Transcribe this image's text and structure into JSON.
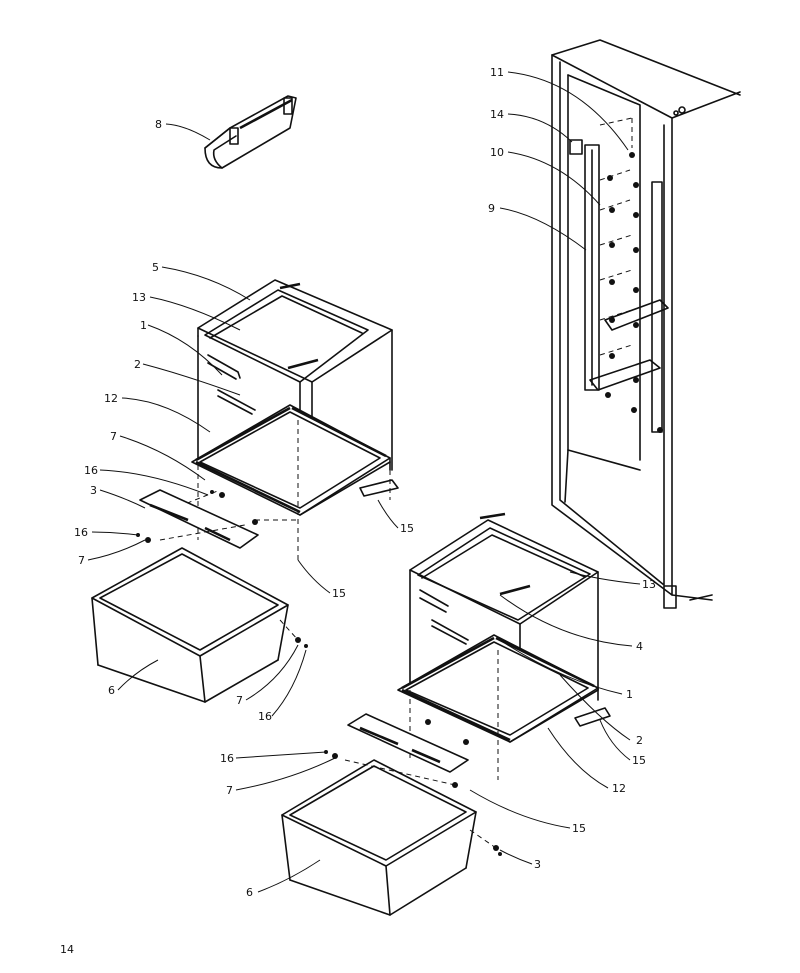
{
  "page_number": "14",
  "callouts": [
    {
      "id": "c8",
      "text": "8"
    },
    {
      "id": "c11",
      "text": "11"
    },
    {
      "id": "c14",
      "text": "14"
    },
    {
      "id": "c10",
      "text": "10"
    },
    {
      "id": "c9",
      "text": "9"
    },
    {
      "id": "c5",
      "text": "5"
    },
    {
      "id": "c13a",
      "text": "13"
    },
    {
      "id": "c1a",
      "text": "1"
    },
    {
      "id": "c2a",
      "text": "2"
    },
    {
      "id": "c12a",
      "text": "12"
    },
    {
      "id": "c7a",
      "text": "7"
    },
    {
      "id": "c16a",
      "text": "16"
    },
    {
      "id": "c3a",
      "text": "3"
    },
    {
      "id": "c16b",
      "text": "16"
    },
    {
      "id": "c7b",
      "text": "7"
    },
    {
      "id": "c15a",
      "text": "15"
    },
    {
      "id": "c15b",
      "text": "15"
    },
    {
      "id": "c6a",
      "text": "6"
    },
    {
      "id": "c7c",
      "text": "7"
    },
    {
      "id": "c16c",
      "text": "16"
    },
    {
      "id": "c13b",
      "text": "13"
    },
    {
      "id": "c4",
      "text": "4"
    },
    {
      "id": "c1b",
      "text": "1"
    },
    {
      "id": "c2b",
      "text": "2"
    },
    {
      "id": "c15c",
      "text": "15"
    },
    {
      "id": "c12b",
      "text": "12"
    },
    {
      "id": "c16d",
      "text": "16"
    },
    {
      "id": "c7d",
      "text": "7"
    },
    {
      "id": "c15d",
      "text": "15"
    },
    {
      "id": "c3b",
      "text": "3"
    },
    {
      "id": "c6b",
      "text": "6"
    }
  ]
}
